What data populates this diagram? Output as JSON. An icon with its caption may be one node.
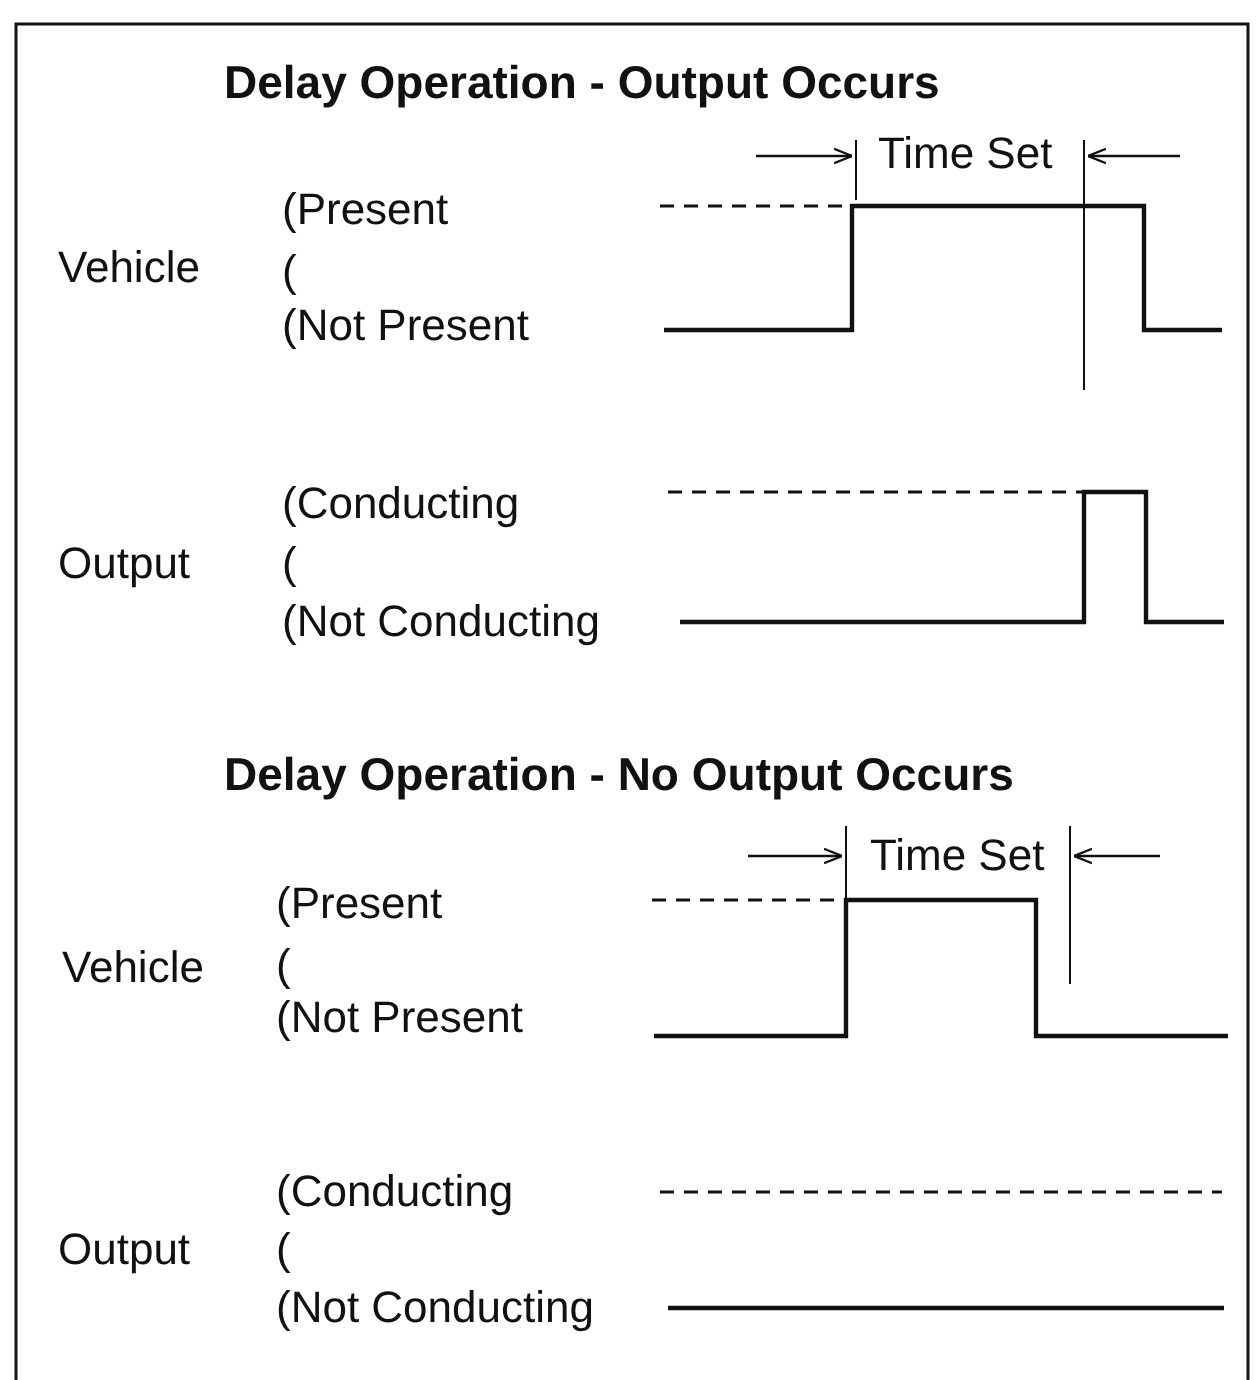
{
  "diagram": {
    "labels": [
      "Delay Operation - Output Occurs",
      "Time Set",
      "(Present",
      "Vehicle",
      "(",
      "(Not Present",
      "(Conducting",
      "Output",
      "(",
      "(Not Conducting",
      "Delay Operation - No Output Occurs",
      "Time Set",
      "(Present",
      "Vehicle",
      "(",
      "(Not Present",
      "(Conducting",
      "Output",
      "(",
      "(Not Conducting"
    ]
  }
}
